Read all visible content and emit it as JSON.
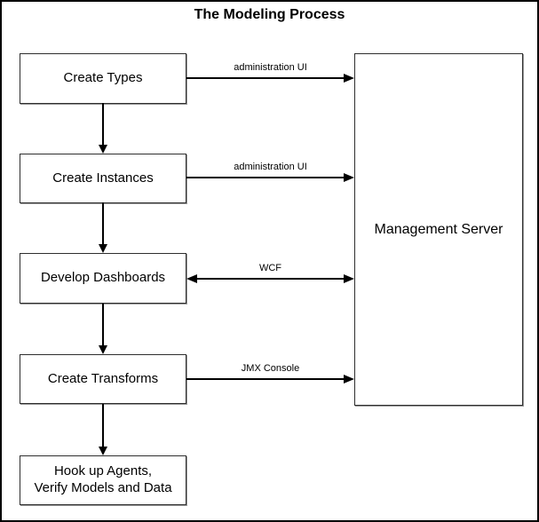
{
  "title": "The Modeling Process",
  "diagram": {
    "steps": [
      {
        "label": "Create Types"
      },
      {
        "label": "Create Instances"
      },
      {
        "label": "Develop Dashboards"
      },
      {
        "label": "Create Transforms"
      },
      {
        "label": "Hook up Agents,\nVerify Models and Data"
      }
    ],
    "server": {
      "label": "Management Server"
    },
    "connections": [
      {
        "label": "administration UI",
        "from": "Create Types",
        "to": "Management Server",
        "direction": "right"
      },
      {
        "label": "administration UI",
        "from": "Create Instances",
        "to": "Management Server",
        "direction": "right"
      },
      {
        "label": "WCF",
        "from": "Develop Dashboards",
        "to": "Management Server",
        "direction": "both"
      },
      {
        "label": "JMX Console",
        "from": "Create Transforms",
        "to": "Management Server",
        "direction": "right"
      }
    ],
    "flow": [
      "Create Types -> Create Instances",
      "Create Instances -> Develop Dashboards",
      "Develop Dashboards -> Create Transforms",
      "Create Transforms -> Hook up Agents, Verify Models and Data"
    ],
    "colors": {
      "background": "#ffffff",
      "line": "#000000",
      "box_border": "#2e2e2e",
      "box_shadow": "#9a9a9a",
      "text": "#000000"
    }
  }
}
